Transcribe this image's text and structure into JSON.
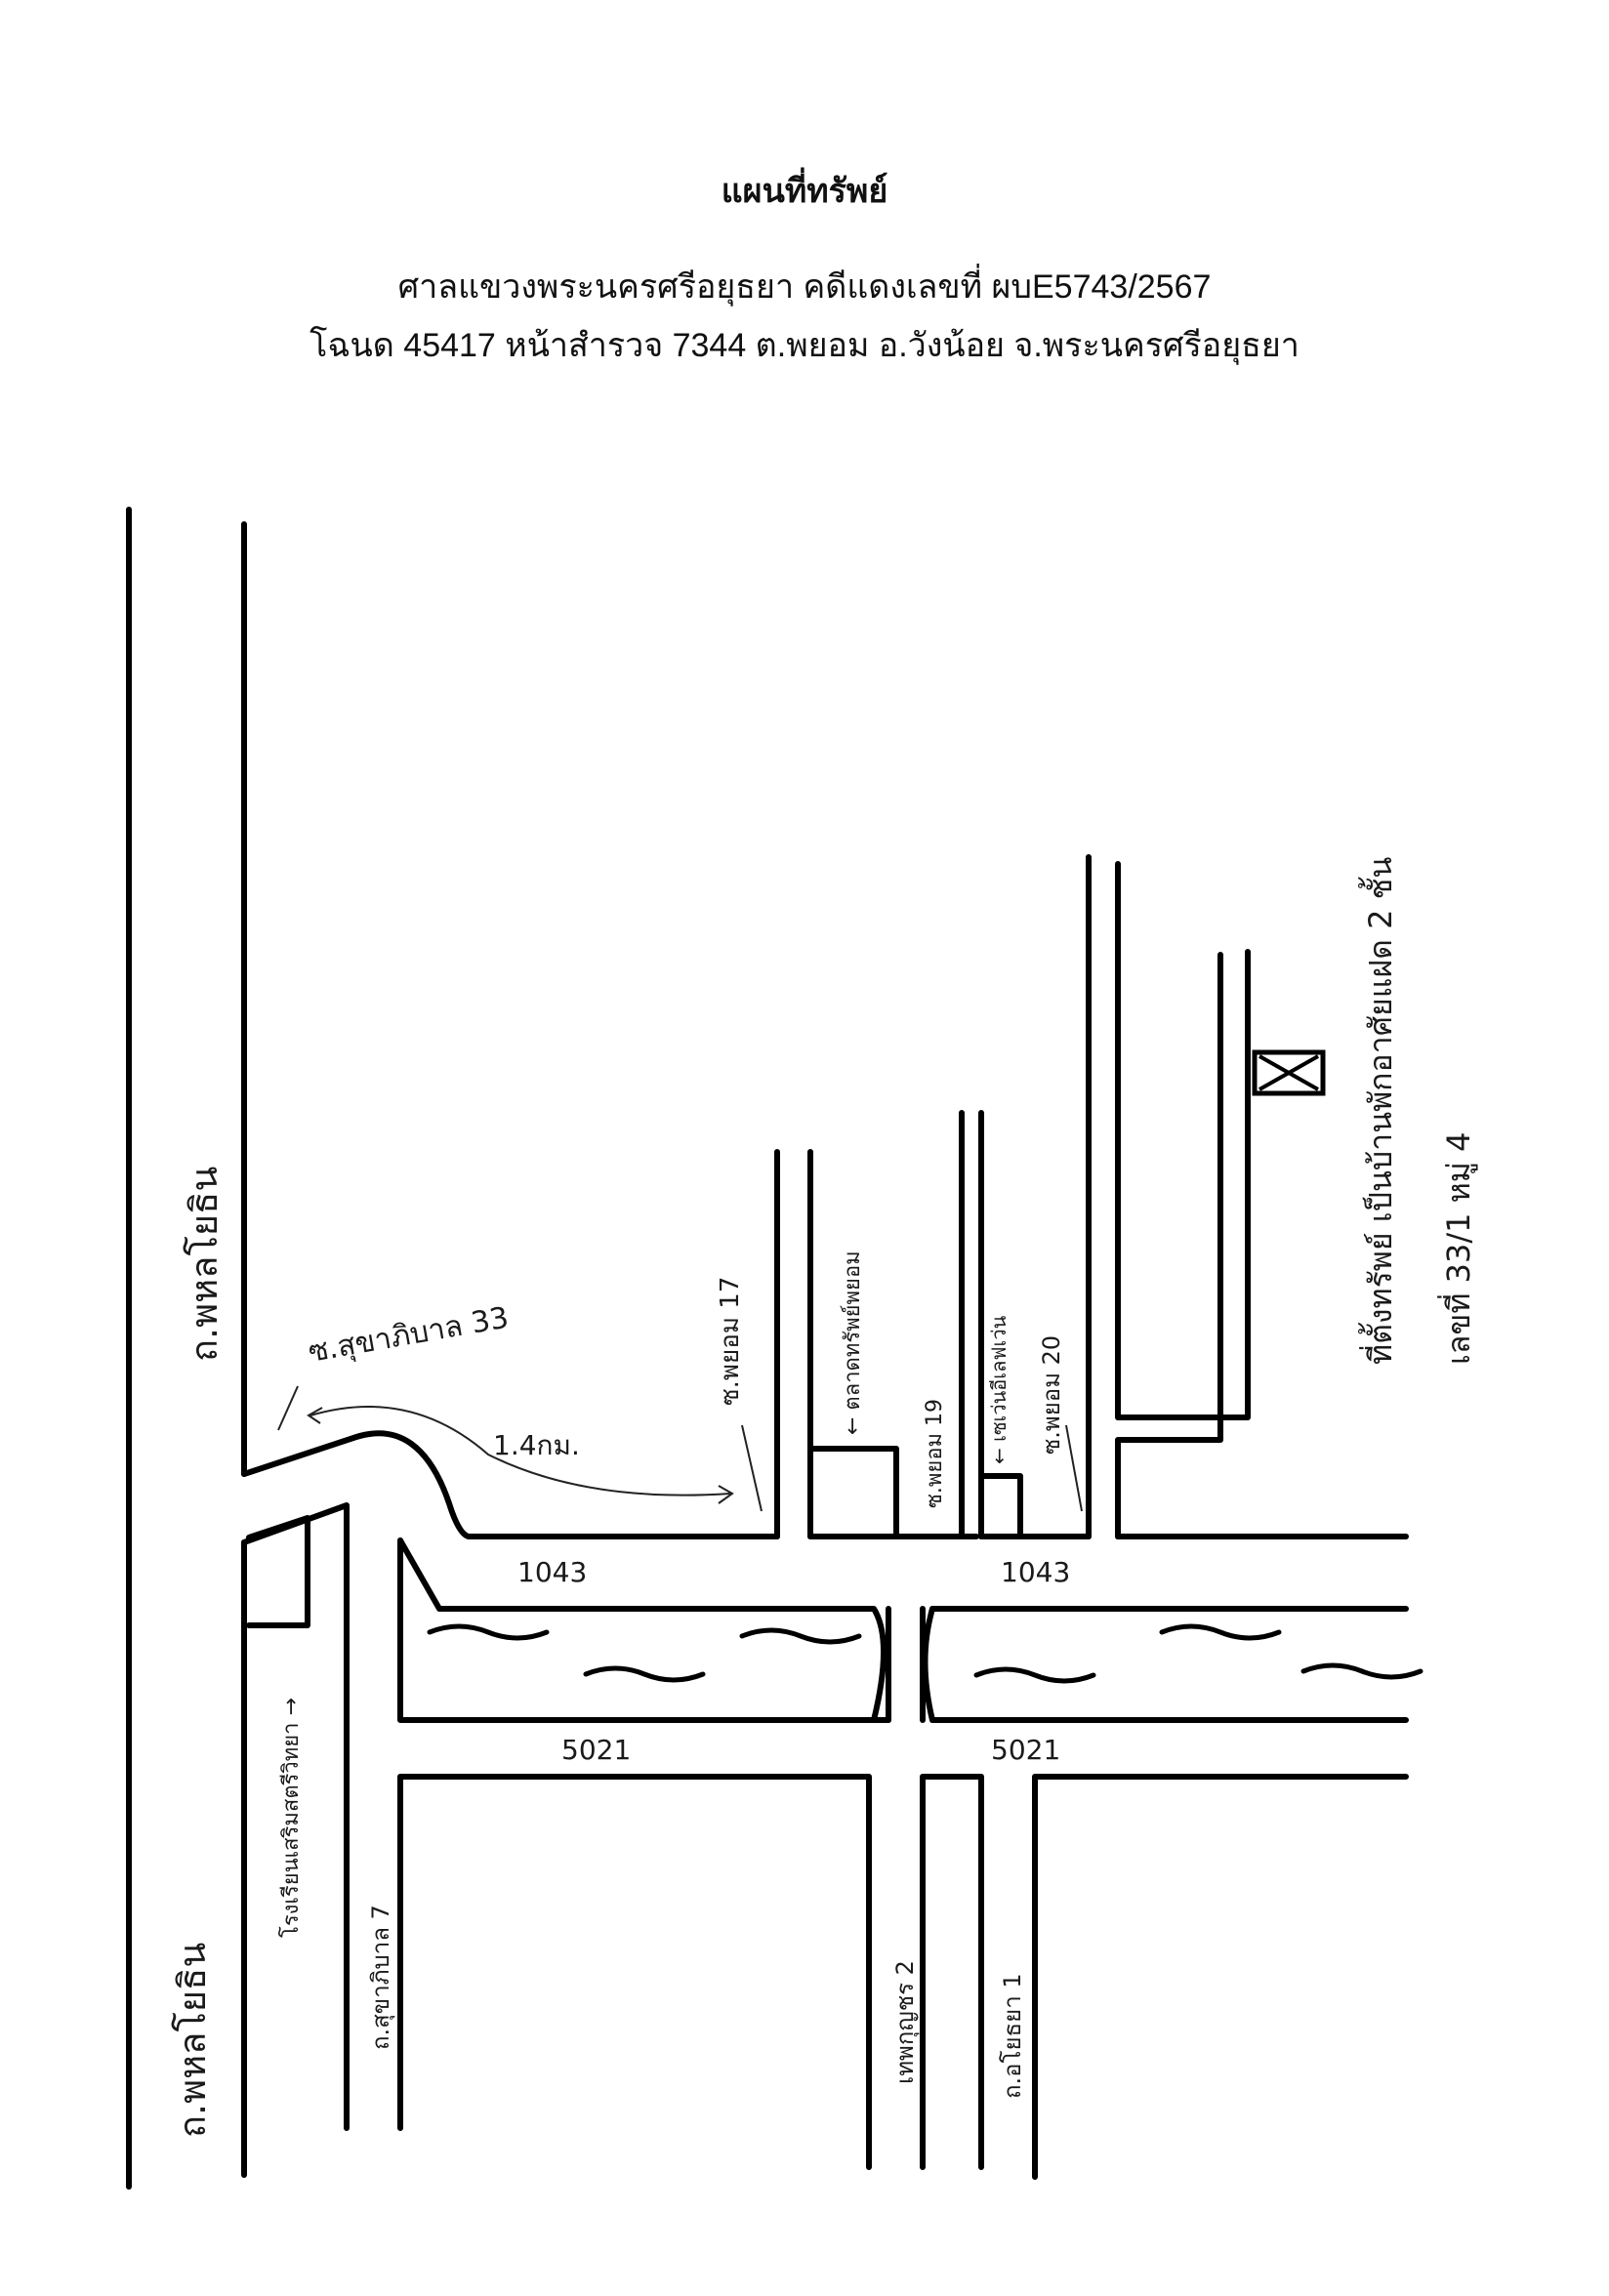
{
  "header": {
    "title": "แผนที่ทรัพย์",
    "court_line": "ศาลแขวงพระนครศรีอยุธยา คดีแดงเลขที่ ผบE5743/2567",
    "deed_line": "โฉนด 45417 หน้าสำรวจ 7344 ต.พยอม อ.วังน้อย จ.พระนครศรีอยุธยา"
  },
  "map": {
    "roads": {
      "phahon_top": "ถ.พหลโยธิน",
      "phahon_bottom": "ถ.พหลโยธิน",
      "road_1043_left": "1043",
      "road_1043_right": "1043",
      "road_5021_left": "5021",
      "road_5021_right": "5021",
      "sukhaphiban_7": "ถ.สุขาภิบาล 7",
      "thep_kunchon_2": "เทพกุญชร 2",
      "ayothaya_1": "ถ.อโยธยา 1"
    },
    "sois": {
      "sukhaphiban_33": "ซ.สุขาภิบาล 33",
      "phayom_17": "ซ.พยอม 17",
      "phayom_19": "ซ.พยอม 19",
      "phayom_20": "ซ.พยอม 20"
    },
    "landmarks": {
      "school": "โรงเรียนเสริมสตรีวิทยา →",
      "market": "← ตลาดทรัพย์พยอม",
      "seven_eleven": "← เซเว่นอีเลฟเว่น"
    },
    "distance": "1.4กม.",
    "property_note": {
      "line1": "ที่ตั้งทรัพย์ เป็นบ้านพักอาศัยแฝด 2 ชั้น",
      "line2": "เลขที่ 33/1 หมู่ 4"
    }
  }
}
